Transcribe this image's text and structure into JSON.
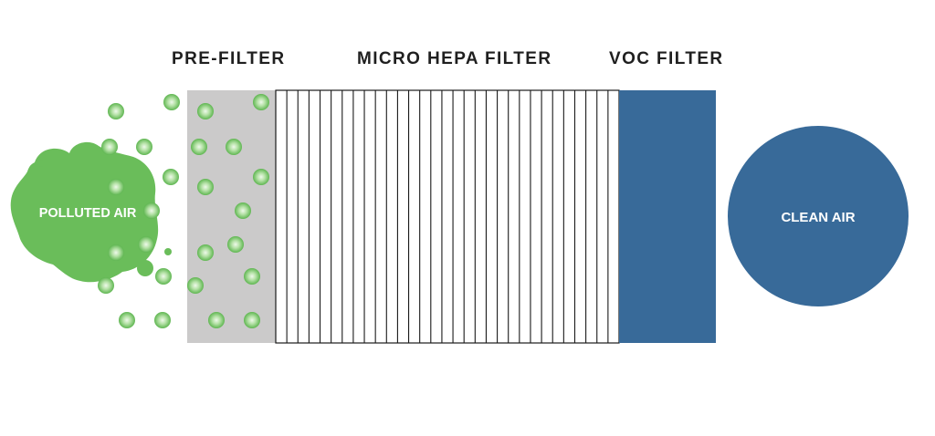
{
  "labels": {
    "prefilter": "PRE-FILTER",
    "hepa": "MICRO HEPA FILTER",
    "voc": "VOC FILTER",
    "polluted": "POLLUTED AIR",
    "clean": "CLEAN AIR"
  },
  "colors": {
    "prefilter_fill": "#cbcaca",
    "voc_fill": "#386a99",
    "clean_air_fill": "#386a99",
    "polluted_green": "#6abd5a",
    "particle_edge": "#5fb651",
    "particle_center": "#eaf7e6",
    "hepa_line": "#1a1a1a"
  },
  "hepa": {
    "pleat_count": 31
  }
}
